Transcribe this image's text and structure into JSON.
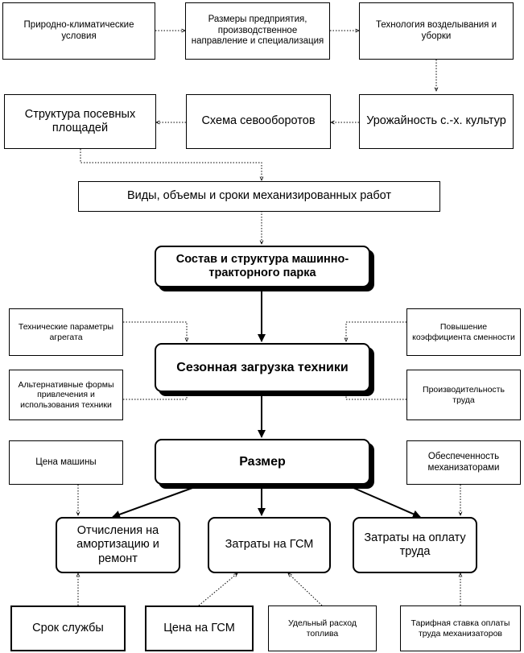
{
  "nodes": {
    "natural_conditions": "Природно-климатические условия",
    "enterprise_size": "Размеры предприятия, производственное направление и специализация",
    "cultivation_tech": "Технология возделывания и уборки",
    "crop_structure": "Структура посевных площадей",
    "rotation_scheme": "Схема севооборотов",
    "crop_yield": "Урожайность с.-х. культур",
    "mechanized_works": "Виды, объемы и сроки механизированных работ",
    "fleet_composition": "Состав и структура машинно-тракторного парка",
    "unit_parameters": "Технические параметры агрегата",
    "shift_coefficient": "Повышение коэффициента сменности",
    "seasonal_load": "Сезонная загрузка техники",
    "alternative_forms": "Альтернативные формы привлечения и использования техники",
    "labor_productivity": "Производительность труда",
    "machine_price": "Цена машины",
    "size": "Размер",
    "operator_supply": "Обеспеченность механизаторами",
    "depreciation": "Отчисления на амортизацию и ремонт",
    "fuel_costs": "Затраты на ГСМ",
    "labor_costs": "Затраты на оплату труда",
    "service_life": "Срок службы",
    "fuel_price": "Цена на ГСМ",
    "specific_fuel": "Удельный расход топлива",
    "tariff_rate": "Тарифная ставка оплаты труда механизаторов"
  }
}
